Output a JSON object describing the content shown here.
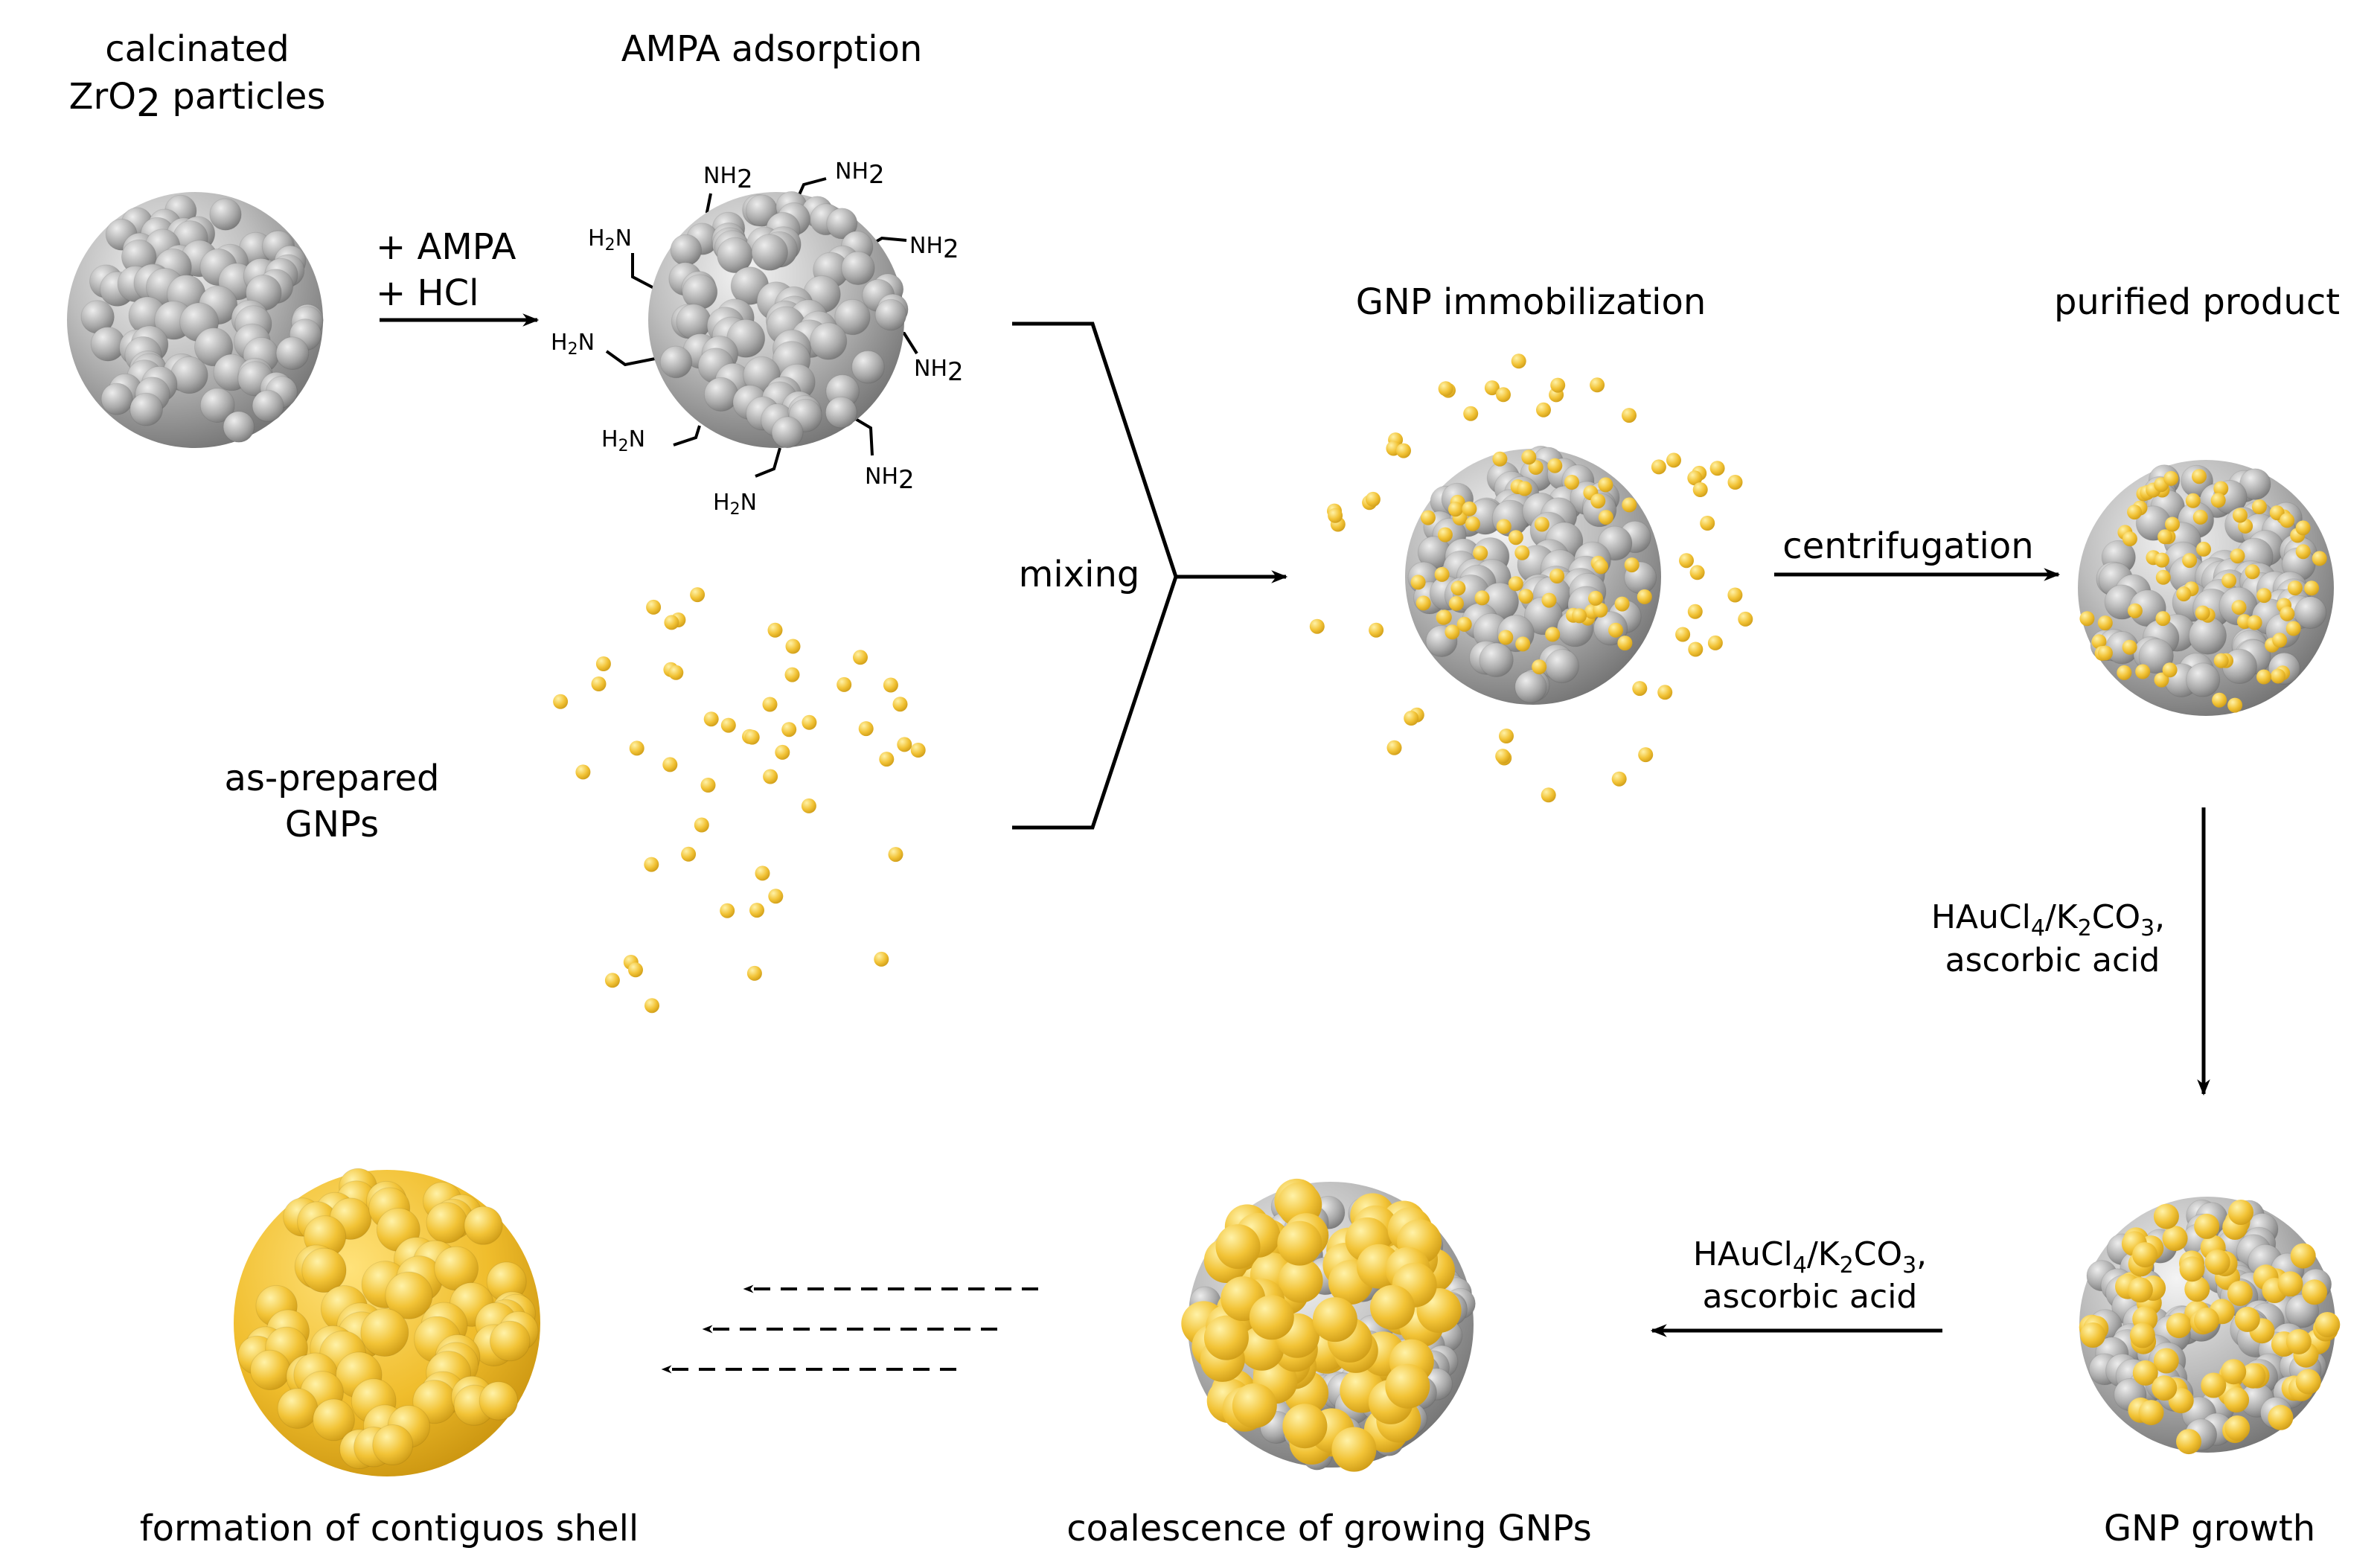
{
  "labels": {
    "calcinated_line1": "calcinated",
    "calcinated_line2_pre": "ZrO",
    "calcinated_line2_sub": "2",
    "calcinated_line2_post": " particles",
    "ampa_adsorption": "AMPA adsorption",
    "gnp_immobilization": "GNP immobilization",
    "purified_product": "purified product",
    "as_prepared_line1": "as-prepared",
    "as_prepared_line2": "GNPs",
    "formation": "formation of contiguos shell",
    "coalescence": "coalescence of growing GNPs",
    "gnp_growth": "GNP growth"
  },
  "steps": {
    "add_ampa": "+ AMPA",
    "add_hcl": "+ HCl",
    "mixing": "mixing",
    "centrifugation": "centrifugation"
  },
  "reagents": {
    "haucl_pre": "HAuCl",
    "haucl_sub1": "4",
    "k2co3_mid": "/K",
    "k2co3_sub2": "2",
    "co3_mid": "CO",
    "co3_sub3": "3",
    "suffix": ",",
    "line2": "ascorbic acid"
  },
  "amine": {
    "nh_text": "NH",
    "h_text": "H",
    "n_text": "N",
    "sub2": "2"
  },
  "colors": {
    "zro2_gray": "#9a9a9a",
    "gold": "#f2c336",
    "gold_dark": "#d9a414"
  }
}
